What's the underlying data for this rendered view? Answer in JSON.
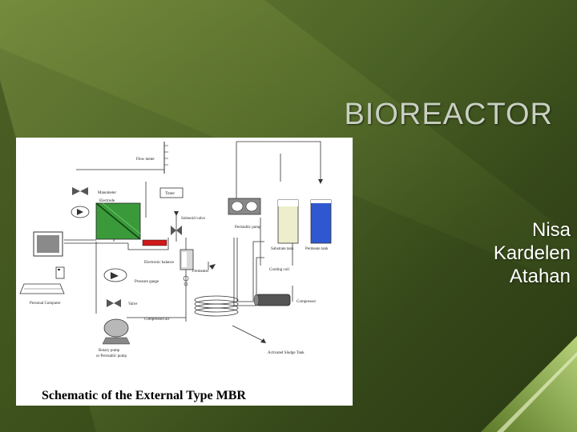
{
  "slide": {
    "title": "BIOREACTOR",
    "author_lines": [
      "Nisa",
      "Kardelen",
      "Atahan"
    ]
  },
  "figure": {
    "caption": "Schematic of the External Type MBR",
    "labels": {
      "flow_meter": "Flow meter",
      "manometer": "Manometer",
      "electrode": "Electrode",
      "solenoid_valve": "Solenoid valve",
      "timer": "Timer",
      "electronic_balance": "Electronic balance",
      "pressure_gauge": "Pressure gauge",
      "valve": "Valve",
      "personal_computer": "Personal Computer",
      "compressed_air": "Compressed air",
      "rotary_pump": "Rotary pump",
      "peristaltic_pump_2": "or Peristaltic pump",
      "peristaltic_pump": "Peristaltic pump",
      "substrate_tank": "Substrate tank",
      "permeate_tank": "Permeate tank",
      "cooling_coil": "Cooling coil",
      "fermenter": "Fermenter",
      "compressor": "Compressor",
      "activated_sludge_tank": "Activated Sludge Tank"
    }
  }
}
